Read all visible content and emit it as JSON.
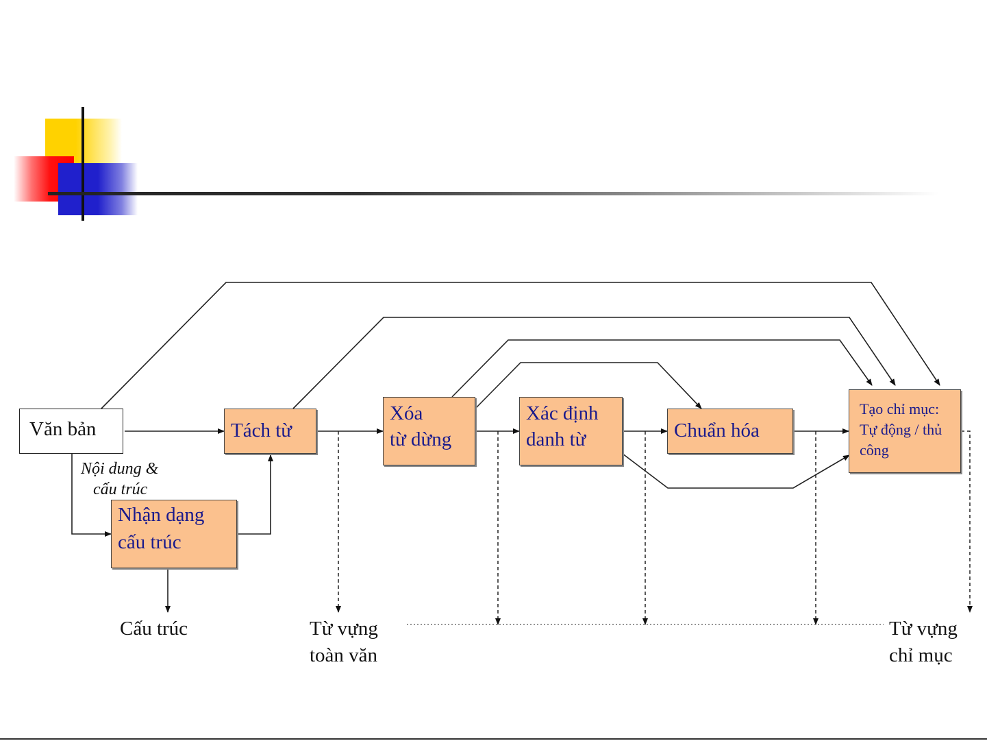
{
  "input_doc": {
    "label": "Văn bản"
  },
  "edge_note": {
    "line1": "Nội dung &",
    "line2": "cấu trúc"
  },
  "boxes": {
    "tach_tu": {
      "line1": "Tách từ"
    },
    "xoa_tu_dung": {
      "line1": "Xóa",
      "line2": "từ dừng"
    },
    "xac_dinh_danh_tu": {
      "line1": "Xác định",
      "line2": "danh từ"
    },
    "chuan_hoa": {
      "line1": "Chuẩn hóa"
    },
    "nhan_dang_cau_truc": {
      "line1": "Nhận dạng",
      "line2": "cấu trúc"
    },
    "tao_chi_muc": {
      "line1": "Tạo chỉ mục:",
      "line2": "Tự động / thủ",
      "line3": "công"
    }
  },
  "outputs": {
    "cau_truc": {
      "line1": "Cấu trúc"
    },
    "tu_vung_toan_van": {
      "line1": "Từ vựng",
      "line2": "toàn văn"
    },
    "tu_vung_chi_muc": {
      "line1": "Từ vựng",
      "line2": "chỉ mục"
    }
  },
  "colors": {
    "box_fill": "#fbc18e",
    "box_text": "#1a1a8c",
    "accent_yellow": "#ffd200",
    "accent_red": "#ff0000",
    "accent_blue": "#2020cc"
  }
}
